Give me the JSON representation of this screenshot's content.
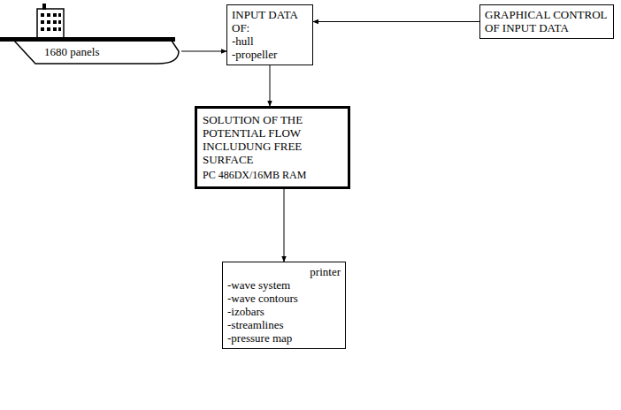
{
  "diagram": {
    "nodes": [
      {
        "text": [
          "1680 panels"
        ]
      },
      {
        "text": [
          "INPUT DATA OF:",
          "-hull",
          "-propeller"
        ]
      },
      {
        "text": [
          "GRAPHICAL CONTROL OF INPUT DATA"
        ]
      },
      {
        "text": [
          "SOLUTION OF THE POTENTIAL FLOW INCLUDUNG FREE SURFACE",
          "PC 486DX/16MB RAM"
        ]
      },
      {
        "text": [
          "printer",
          "-wave system",
          "-wave contours",
          "-izobars",
          "-streamlines",
          "-pressure map"
        ]
      }
    ],
    "edges": [
      {
        "from": 0,
        "to": 1,
        "arrow": "to"
      },
      {
        "from": 2,
        "to": 1,
        "arrow": "to"
      },
      {
        "from": 1,
        "to": 3,
        "arrow": "to"
      },
      {
        "from": 3,
        "to": 4,
        "arrow": "to"
      }
    ]
  }
}
